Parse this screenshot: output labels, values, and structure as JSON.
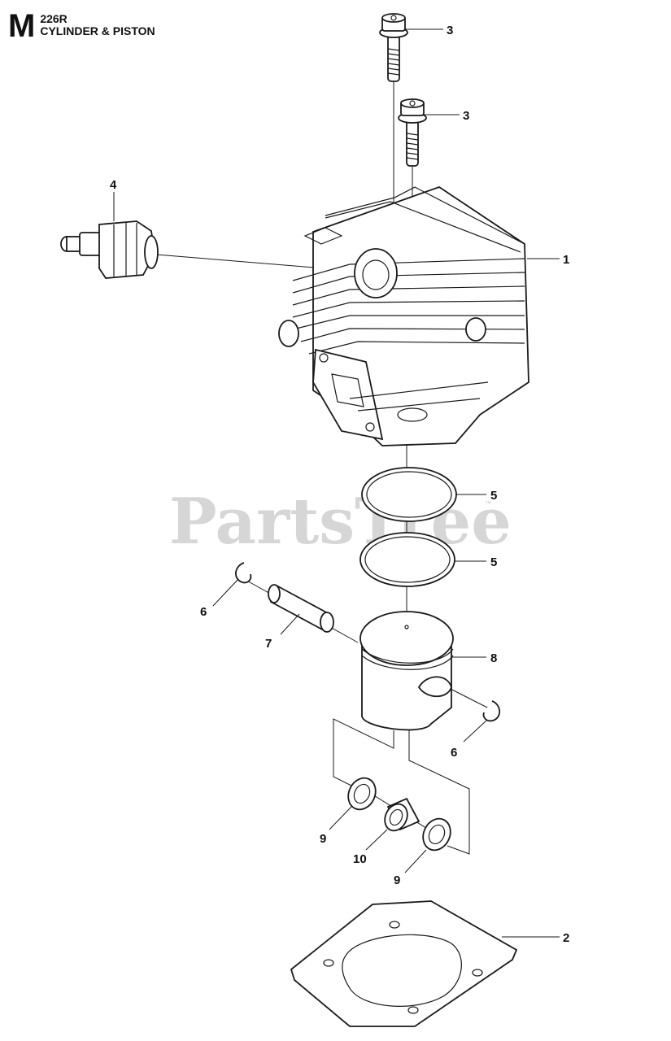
{
  "header": {
    "section_letter": "M",
    "model": "226R",
    "title": "CYLINDER & PISTON"
  },
  "watermark": {
    "text": "PartsTree",
    "tm": "™"
  },
  "callouts": [
    {
      "id": "callout-3a",
      "label": "3"
    },
    {
      "id": "callout-3b",
      "label": "3"
    },
    {
      "id": "callout-4",
      "label": "4"
    },
    {
      "id": "callout-1",
      "label": "1"
    },
    {
      "id": "callout-5a",
      "label": "5"
    },
    {
      "id": "callout-5b",
      "label": "5"
    },
    {
      "id": "callout-6a",
      "label": "6"
    },
    {
      "id": "callout-7",
      "label": "7"
    },
    {
      "id": "callout-8",
      "label": "8"
    },
    {
      "id": "callout-6b",
      "label": "6"
    },
    {
      "id": "callout-9a",
      "label": "9"
    },
    {
      "id": "callout-10",
      "label": "10"
    },
    {
      "id": "callout-9b",
      "label": "9"
    },
    {
      "id": "callout-2",
      "label": "2"
    }
  ]
}
